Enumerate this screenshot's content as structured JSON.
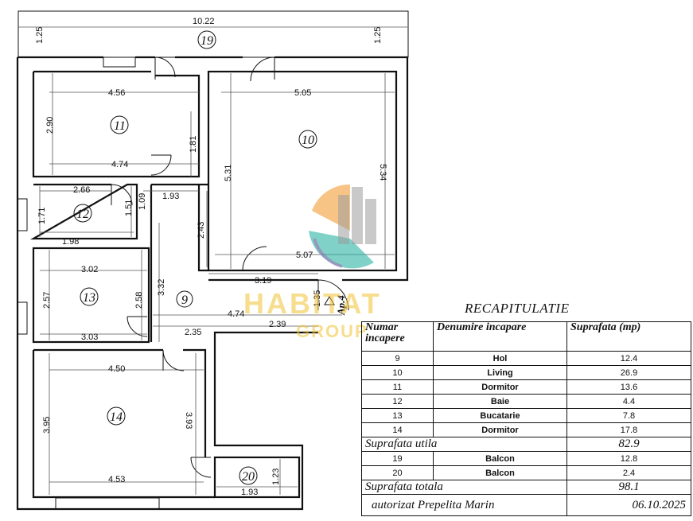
{
  "plan": {
    "rooms": [
      {
        "id": "room-9",
        "label": "9"
      },
      {
        "id": "room-10",
        "label": "10"
      },
      {
        "id": "room-11",
        "label": "11"
      },
      {
        "id": "room-12",
        "label": "12"
      },
      {
        "id": "room-13",
        "label": "13"
      },
      {
        "id": "room-14",
        "label": "14"
      },
      {
        "id": "room-19",
        "label": "19"
      },
      {
        "id": "room-20",
        "label": "20"
      }
    ],
    "dimensions": {
      "top_width": "10.22",
      "left_125": "1.25",
      "right_125": "1.25",
      "r11_top": "4.56",
      "r11_height": "2.90",
      "r11_side": "1.81",
      "r11_bottom": "4.74",
      "r10_top": "5.05",
      "r10_left": "5.31",
      "r10_right": "5.34",
      "r10_bottom": "5.07",
      "r12_top": "2.66",
      "r12_left": "1.71",
      "r12_right": "1.51",
      "r12_bottom": "1.98",
      "hall_109": "1.09",
      "hall_193": "1.93",
      "hall_243": "2.43",
      "r13_top": "3.02",
      "r13_left": "2.57",
      "r13_right": "2.58",
      "r13_bottom": "3.03",
      "hall_332": "3.32",
      "hall_319": "3.19",
      "hall_474": "4.74",
      "hall_235": "2.35",
      "hall_239": "2.39",
      "door_135": "1.35",
      "r14_top": "4.50",
      "r14_left": "3.95",
      "r14_right": "3.93",
      "r14_bottom": "4.53",
      "r20_height": "1.23",
      "r20_width": "1.93"
    },
    "apartment_label": "Ap.4"
  },
  "watermark": {
    "text": "HABITAT",
    "subtext": "GROUP",
    "colors": {
      "gold": "#f1c232",
      "orange": "#f39c34",
      "teal": "#2bb5a4",
      "purple": "#8e5fa8",
      "gray": "#8a8a8a"
    }
  },
  "recap": {
    "title": "RECAPITULATIE",
    "headers": {
      "number": "Numar incapere",
      "name": "Denumire incapare",
      "area": "Suprafata (mp)"
    },
    "rows": [
      {
        "nr": "9",
        "name": "Hol",
        "area": "12.4"
      },
      {
        "nr": "10",
        "name": "Living",
        "area": "26.9"
      },
      {
        "nr": "11",
        "name": "Dormitor",
        "area": "13.6"
      },
      {
        "nr": "12",
        "name": "Baie",
        "area": "4.4"
      },
      {
        "nr": "13",
        "name": "Bucatarie",
        "area": "7.8"
      },
      {
        "nr": "14",
        "name": "Dormitor",
        "area": "17.8"
      }
    ],
    "useful": {
      "label": "Suprafata utila",
      "value": "82.9"
    },
    "balcony_rows": [
      {
        "nr": "19",
        "name": "Balcon",
        "area": "12.8"
      },
      {
        "nr": "20",
        "name": "Balcon",
        "area": "2.4"
      }
    ],
    "total": {
      "label": "Suprafata totala",
      "value": "98.1"
    },
    "author": "autorizat Prepelita Marin",
    "date": "06.10.2025"
  }
}
